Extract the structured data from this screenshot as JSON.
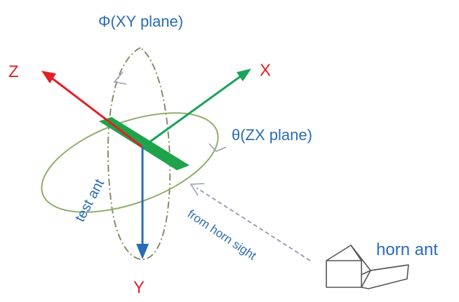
{
  "labels": {
    "phi_plane": "Φ(XY plane)",
    "theta_plane": "θ(ZX plane)",
    "z_axis": "Z",
    "x_axis": "X",
    "y_axis": "Y",
    "test_antenna": "test ant",
    "horn_antenna": "horn ant",
    "sight_line": "from horn sight"
  },
  "colors": {
    "z_axis": "#e41e26",
    "x_axis": "#1aa15a",
    "y_axis": "#2a6cb4",
    "text_blue": "#2a6cb4",
    "ellipse": "#8fae6a",
    "antenna_bar": "#1fa34a",
    "dashed_plane": "#8a8a6a",
    "sight_arrow": "#9aa0b8",
    "horn_outline": "#555555"
  }
}
